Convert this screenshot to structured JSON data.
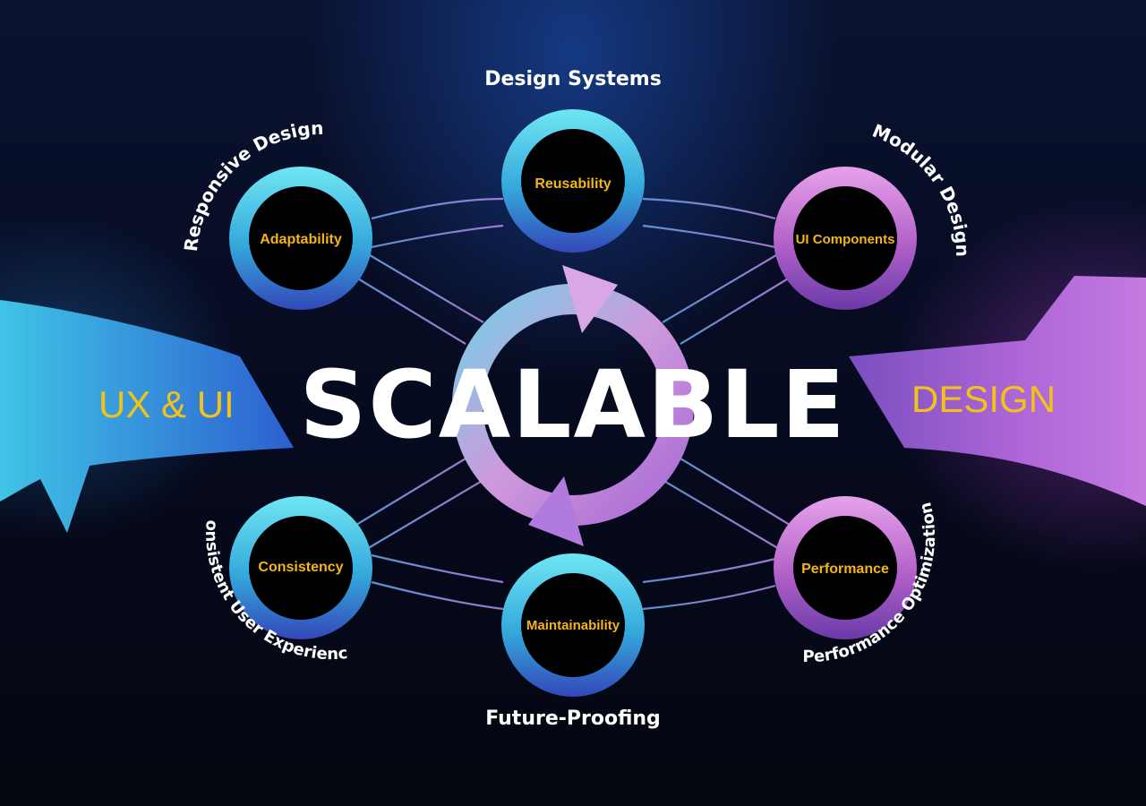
{
  "center": {
    "title": "SCALABLE"
  },
  "banners": {
    "left": "UX & UI",
    "right": "DESIGN"
  },
  "captions": {
    "top": "Design Systems",
    "bottom": "Future-Proofing",
    "top_left": "Responsive Design",
    "top_right": "Modular Design",
    "bottom_left": "Consistent User Experience",
    "bottom_right": "Performance Optimization"
  },
  "nodes": {
    "adaptability": "Adaptability",
    "reusability": "Reusability",
    "ui_components": "UI Components",
    "consistency": "Consistency",
    "maintainability": "Maintainability",
    "performance": "Performance"
  },
  "colors": {
    "accent_text": "#f2b51a",
    "cyan": "#4fd4ec",
    "magenta": "#d07ad8",
    "blue": "#3a4fc8"
  }
}
